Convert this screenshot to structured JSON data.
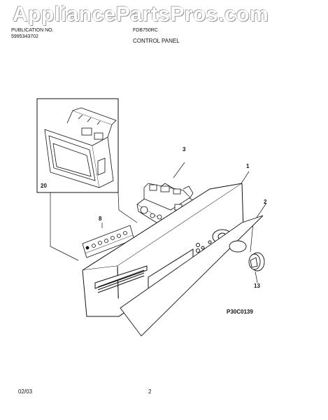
{
  "watermark": {
    "text": "AppliancePartsPros.com"
  },
  "header": {
    "publication_label": "PUBLICATION NO.",
    "publication_number": "5995343702",
    "model": "FDB750RC",
    "section_title": "CONTROL PANEL"
  },
  "callouts": {
    "part_1": "1",
    "part_2": "2",
    "part_3": "3",
    "part_8": "8",
    "part_13": "13",
    "part_20": "20"
  },
  "diagram_code": "P30C0139",
  "footer": {
    "date": "02/03",
    "page": "2"
  }
}
